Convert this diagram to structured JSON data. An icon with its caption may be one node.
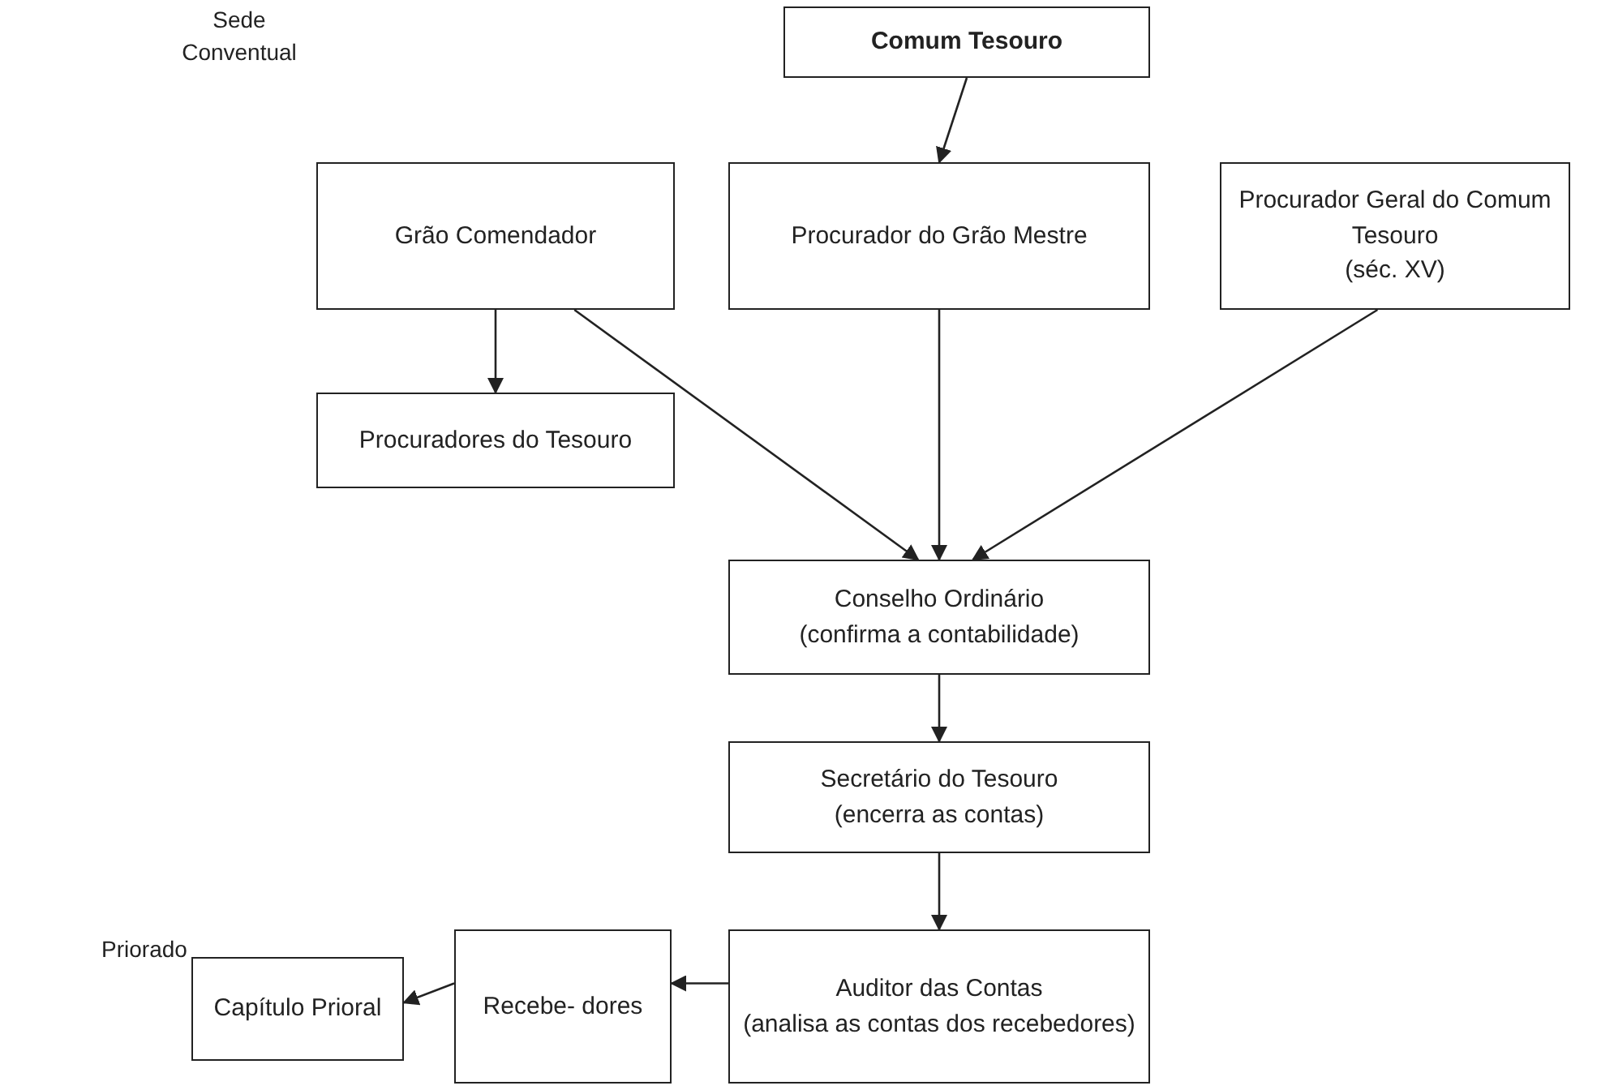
{
  "diagram": {
    "nodes": [
      {
        "text": [
          "Comum Tesouro"
        ]
      },
      {
        "text": [
          "Grão Comendador"
        ]
      },
      {
        "text": [
          "Procurador do Grão Mestre"
        ]
      },
      {
        "text": [
          "Procurador Geral do Comum Tesouro",
          "(séc. XV)"
        ]
      },
      {
        "text": [
          "Procuradores do Tesouro"
        ]
      },
      {
        "text": [
          "Conselho Ordinário",
          "(confirma a contabilidade)"
        ]
      },
      {
        "text": [
          "Secretário do Tesouro",
          "(encerra as contas)"
        ]
      },
      {
        "text": [
          "Auditor das Contas",
          "(analisa as contas dos recebedores)"
        ]
      },
      {
        "text": [
          "Recebe- dores"
        ]
      },
      {
        "text": [
          "Capítulo Prioral"
        ]
      }
    ],
    "edges": [
      {
        "from": 0,
        "to": 2,
        "arrow": "to"
      },
      {
        "from": 1,
        "to": 4,
        "arrow": "to"
      },
      {
        "from": 1,
        "to": 5,
        "arrow": "to"
      },
      {
        "from": 2,
        "to": 5,
        "arrow": "to"
      },
      {
        "from": 3,
        "to": 5,
        "arrow": "to"
      },
      {
        "from": 5,
        "to": 6,
        "arrow": "to"
      },
      {
        "from": 6,
        "to": 7,
        "arrow": "to"
      },
      {
        "from": 7,
        "to": 8,
        "arrow": "to"
      },
      {
        "from": 8,
        "to": 9,
        "arrow": "to"
      }
    ],
    "labels": [
      "Sede Conventual",
      "Priorado"
    ]
  }
}
